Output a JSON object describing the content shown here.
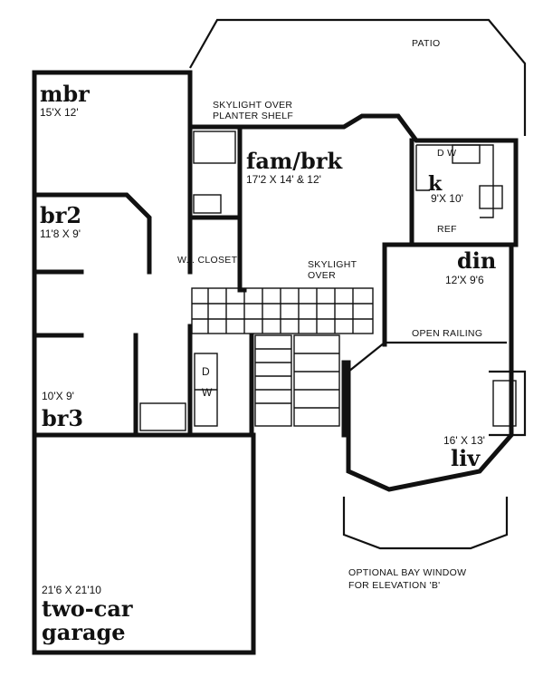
{
  "labels": {
    "patio": "PATIO",
    "skylight_planter_1": "SKYLIGHT OVER",
    "skylight_planter_2": "PLANTER SHELF",
    "mbr": "mbr",
    "mbr_dim": "15'X 12'",
    "fam_brk": "fam/brk",
    "fam_brk_dim": "17'2 X 14' & 12'",
    "k": "k",
    "k_dim": "9'X 10'",
    "k_dw": "D W",
    "k_ref": "REF",
    "br2": "br2",
    "br2_dim": "11'8 X 9'",
    "wi_closet": "W.I. CLOSET",
    "skylight_over_1": "SKYLIGHT",
    "skylight_over_2": "OVER",
    "din": "din",
    "din_dim": "12'X 9'6",
    "open_railing": "OPEN RAILING",
    "laundry_d": "D",
    "laundry_w": "W",
    "br3_dim": "10'X 9'",
    "br3": "br3",
    "liv_dim": "16' X 13'",
    "liv": "liv",
    "opt_bay_1": "OPTIONAL BAY WINDOW",
    "opt_bay_2": "FOR ELEVATION 'B'",
    "garage_dim": "21'6 X 21'10",
    "garage_1": "two-car",
    "garage_2": "garage"
  }
}
